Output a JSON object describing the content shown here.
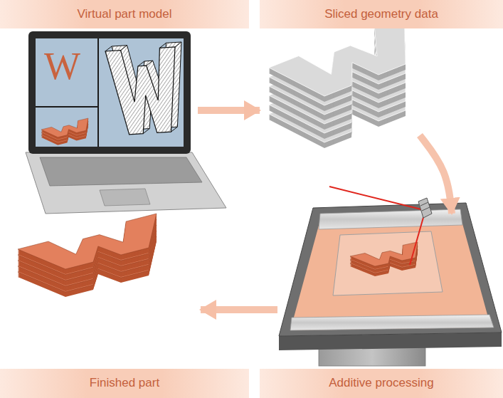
{
  "diagram": {
    "nodes": [
      {
        "text": [
          "Virtual part model"
        ]
      },
      {
        "text": [
          "Sliced geometry data"
        ]
      },
      {
        "text": [
          "Finished part"
        ]
      },
      {
        "text": [
          "Additive processing"
        ]
      }
    ],
    "edges": [
      {
        "from": 0,
        "to": 1,
        "arrow": "to"
      },
      {
        "from": 1,
        "to": 3,
        "arrow": "to"
      },
      {
        "from": 3,
        "to": 2,
        "arrow": "to"
      }
    ],
    "labels": [
      "W"
    ]
  }
}
